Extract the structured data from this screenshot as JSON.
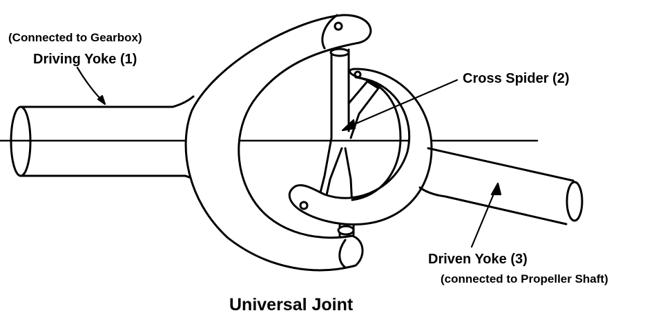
{
  "labels": {
    "driving_note": "(Connected to Gearbox)",
    "driving": "Driving Yoke (1)",
    "cross": "Cross Spider (2)",
    "driven": "Driven Yoke (3)",
    "driven_note": "(connected to Propeller Shaft)"
  },
  "title": "Universal Joint",
  "colors": {
    "line": "#000000",
    "background": "#ffffff"
  }
}
